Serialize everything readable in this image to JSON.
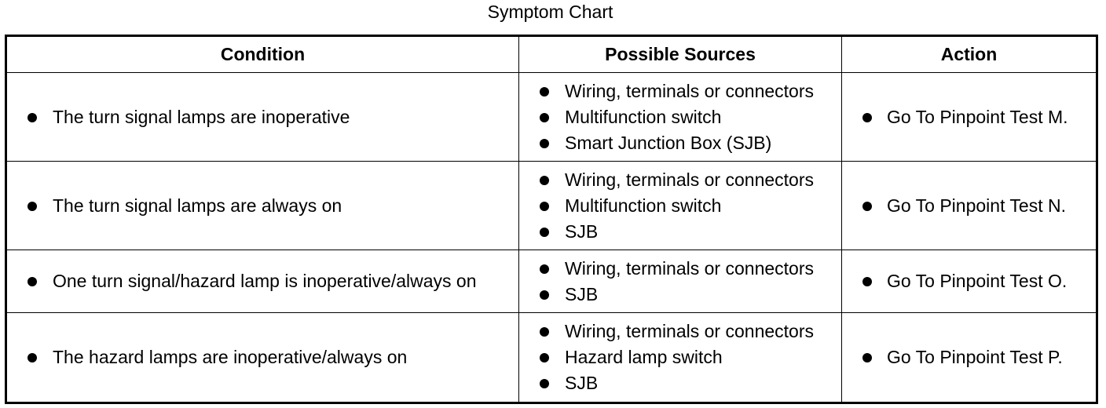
{
  "title": "Symptom Chart",
  "headers": {
    "condition": "Condition",
    "sources": "Possible Sources",
    "action": "Action"
  },
  "rows": [
    {
      "condition": "The turn signal lamps are inoperative",
      "sources": [
        "Wiring, terminals or connectors",
        "Multifunction switch",
        "Smart Junction Box (SJB)"
      ],
      "action": "Go To Pinpoint Test M."
    },
    {
      "condition": "The turn signal lamps are always on",
      "sources": [
        "Wiring, terminals or connectors",
        "Multifunction switch",
        "SJB"
      ],
      "action": "Go To Pinpoint Test N."
    },
    {
      "condition": "One turn signal/hazard lamp is inoperative/always on",
      "sources": [
        "Wiring, terminals or connectors",
        "SJB"
      ],
      "action": "Go To Pinpoint Test O."
    },
    {
      "condition": "The hazard lamps are inoperative/always on",
      "sources": [
        "Wiring, terminals or connectors",
        "Hazard lamp switch",
        "SJB"
      ],
      "action": "Go To Pinpoint Test P."
    }
  ]
}
